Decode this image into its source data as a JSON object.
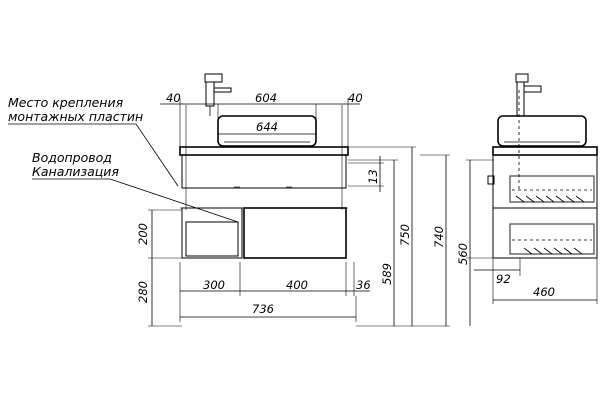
{
  "notes": {
    "mount_line1": "Место крепления",
    "mount_line2": "монтажных пластин",
    "water_line1": "Водопровод",
    "water_line2": "Канализация"
  },
  "front_dims": {
    "top_left_gap": "40",
    "top_span": "604",
    "top_right_gap": "40",
    "basin_width": "644",
    "left_drawer_h": "200",
    "leg_h": "280",
    "left_w": "300",
    "mid_w": "400",
    "right_w": "36",
    "total_w": "736",
    "top_offset": "13",
    "body_h": "589",
    "h_750": "750",
    "h_740": "740"
  },
  "side_dims": {
    "body_h": "560",
    "pipe_offset": "92",
    "depth": "460"
  }
}
